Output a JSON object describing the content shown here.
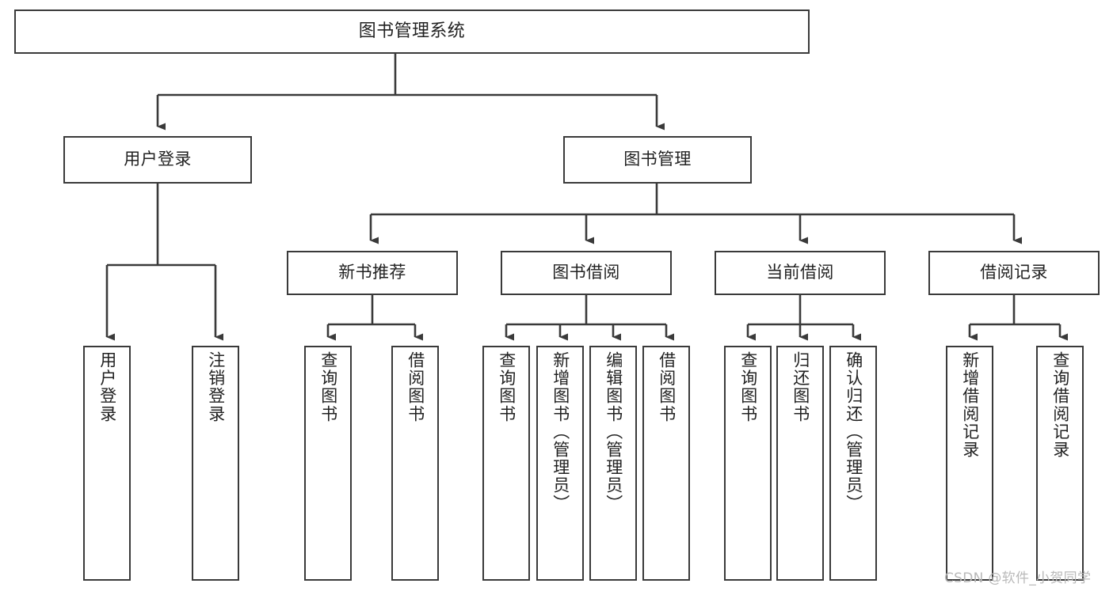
{
  "diagram": {
    "title": "图书管理系统",
    "type": "tree-hierarchy-diagram",
    "watermark": "CSDN @软件_小贺同学",
    "stroke_color": "#3a3a3a",
    "background_color": "#ffffff",
    "nodes": {
      "root": {
        "label": "图书管理系统"
      },
      "level2": [
        {
          "label": "用户登录"
        },
        {
          "label": "图书管理"
        }
      ],
      "level3": [
        {
          "label": "新书推荐"
        },
        {
          "label": "图书借阅"
        },
        {
          "label": "当前借阅"
        },
        {
          "label": "借阅记录"
        }
      ],
      "leaves": {
        "user_login": [
          {
            "label": "用户登录"
          },
          {
            "label": "注销登录"
          }
        ],
        "new_book_recommend": [
          {
            "label": "查询图书"
          },
          {
            "label": "借阅图书"
          }
        ],
        "book_borrow": [
          {
            "label": "查询图书"
          },
          {
            "label": "新增图书（管理员）"
          },
          {
            "label": "编辑图书（管理员）"
          },
          {
            "label": "借阅图书"
          }
        ],
        "current_borrow": [
          {
            "label": "查询图书"
          },
          {
            "label": "归还图书"
          },
          {
            "label": "确认归还（管理员）"
          }
        ],
        "borrow_record": [
          {
            "label": "新增借阅记录"
          },
          {
            "label": "查询借阅记录"
          }
        ]
      }
    }
  }
}
